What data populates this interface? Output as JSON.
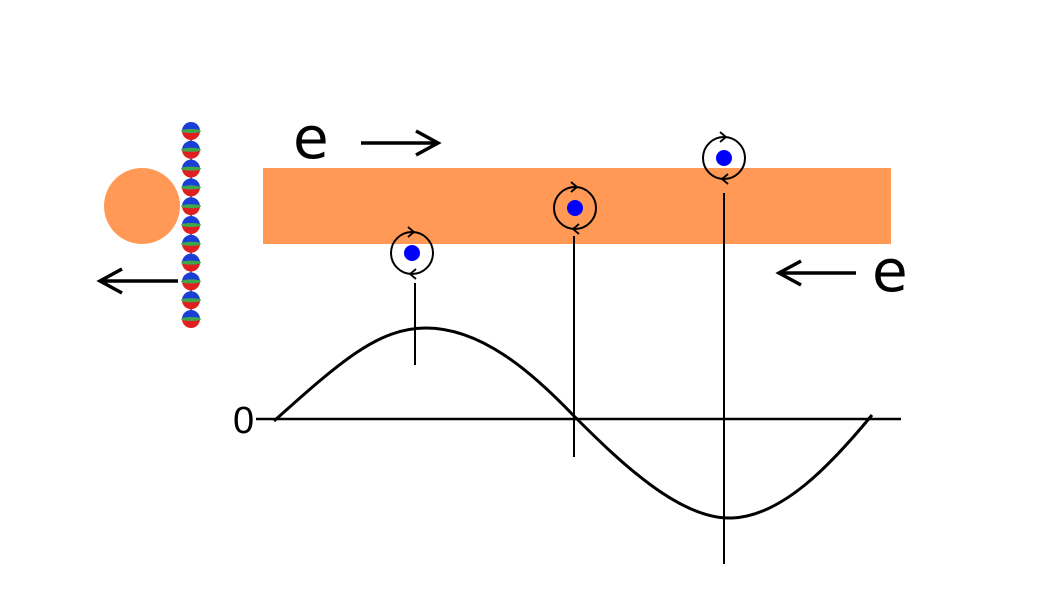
{
  "labels": {
    "electron_left": "e",
    "electron_right": "e",
    "zero": "0"
  },
  "colors": {
    "bar": "#ff9955",
    "ball": "#ff9955",
    "particle": "#0000ff",
    "line": "#000000",
    "chain_top": "#1a3fd6",
    "chain_bottom": "#e02020",
    "chain_band": "#3fa64a"
  },
  "icons": {
    "spin_markers": [
      "spin-circle-icon",
      "spin-circle-icon",
      "spin-circle-icon"
    ],
    "chain_beads": 11
  }
}
